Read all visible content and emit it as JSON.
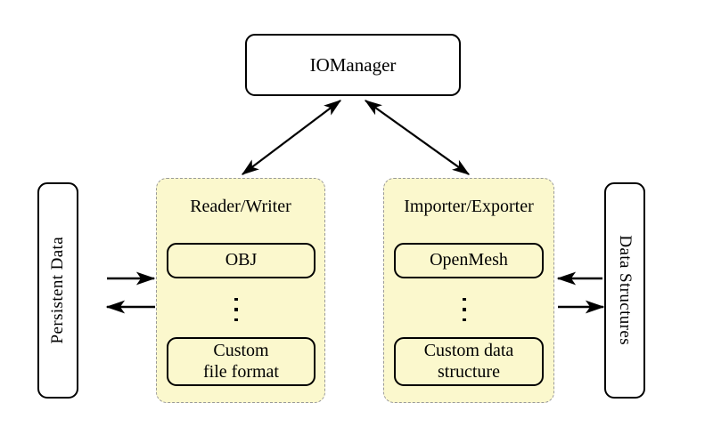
{
  "diagram": {
    "title_node": {
      "label": "IOManager"
    },
    "left_store": {
      "label": "Persistent Data"
    },
    "right_store": {
      "label": "Data Structures"
    },
    "panels": [
      {
        "id": "reader-writer",
        "title": "Reader/Writer",
        "items": [
          {
            "line1": "OBJ",
            "line2": ""
          },
          {
            "line1": "Custom",
            "line2": "file format"
          }
        ],
        "ellipsis": "vertical-dots"
      },
      {
        "id": "importer-exporter",
        "title": "Importer/Exporter",
        "items": [
          {
            "line1": "OpenMesh",
            "line2": ""
          },
          {
            "line1": "Custom data",
            "line2": "structure"
          }
        ],
        "ellipsis": "vertical-dots"
      }
    ],
    "connectors": [
      {
        "name": "manager-to-reader-writer",
        "style": "double-headed"
      },
      {
        "name": "manager-to-importer-exporter",
        "style": "double-headed"
      },
      {
        "name": "persistent-data-to-reader",
        "style": "single-headed-right"
      },
      {
        "name": "writer-to-persistent-data",
        "style": "single-headed-left"
      },
      {
        "name": "data-structures-to-importer",
        "style": "single-headed-left"
      },
      {
        "name": "exporter-to-data-structures",
        "style": "single-headed-right"
      }
    ],
    "colors": {
      "panel_fill": "#fbf8cd",
      "panel_border": "#9a9a9a",
      "stroke": "#000000",
      "background": "#ffffff"
    }
  }
}
